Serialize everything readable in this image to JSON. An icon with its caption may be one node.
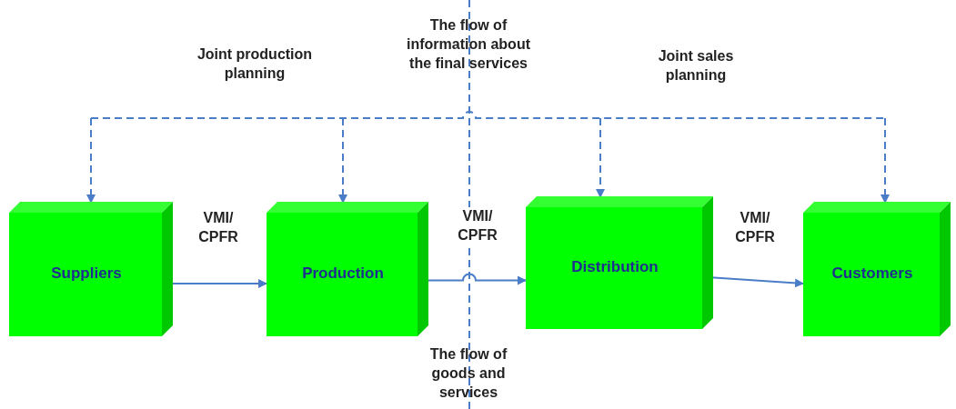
{
  "diagram": {
    "nodes": [
      {
        "text": [
          "Suppliers"
        ]
      },
      {
        "text": [
          "Production"
        ]
      },
      {
        "text": [
          "Distribution"
        ]
      },
      {
        "text": [
          "Customers"
        ]
      }
    ],
    "edges": [
      {
        "from": 0,
        "to": 1,
        "arrow": "to",
        "label": "VMI/ CPFR"
      },
      {
        "from": 1,
        "to": 2,
        "arrow": "to",
        "label": "VMI/ CPFR"
      },
      {
        "from": 2,
        "to": 3,
        "arrow": "to",
        "label": "VMI/ CPFR"
      },
      {
        "from": null,
        "to": 0,
        "arrow": "to",
        "style": "dashed"
      },
      {
        "from": null,
        "to": 1,
        "arrow": "to",
        "style": "dashed"
      },
      {
        "from": null,
        "to": 2,
        "arrow": "to",
        "style": "dashed"
      },
      {
        "from": null,
        "to": 3,
        "arrow": "to",
        "style": "dashed"
      }
    ],
    "labels": [
      "Joint production planning",
      "The flow of information about the final services",
      "Joint sales planning",
      "The flow of goods and services"
    ]
  }
}
